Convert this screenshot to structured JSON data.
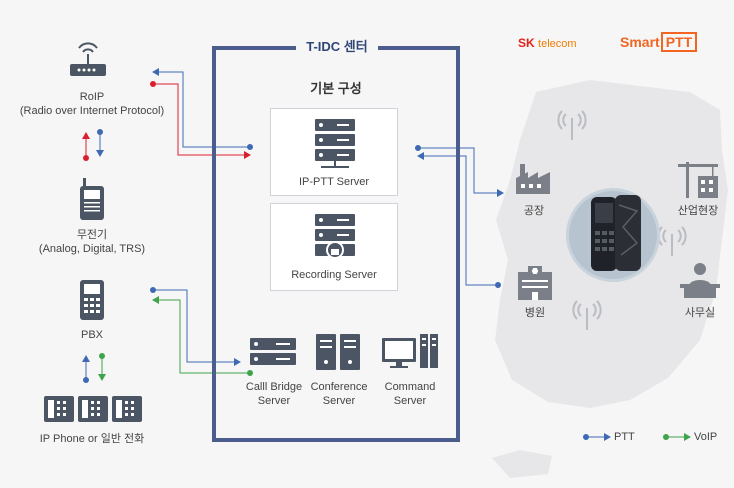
{
  "center": {
    "title": "T-IDC 센터",
    "subtitle": "기본 구성",
    "ptt_server": "IP-PTT Server",
    "recording_server": "Recording Server",
    "callbridge_server": "Calll Bridge\nServer",
    "conference_server": "Conference\nServer",
    "command_server": "Command\nServer"
  },
  "left": {
    "roip_label": "RoIP\n(Radio over Internet Protocol)",
    "radio_label": "무전기\n(Analog, Digital, TRS)",
    "pbx_label": "PBX",
    "phone_label": "IP Phone or 일반 전화"
  },
  "brand": {
    "sk": "SK",
    "sk_sub": "telecom",
    "smart": "Smart",
    "ptt": "PTT"
  },
  "map": {
    "factory": "공장",
    "construction": "산업현장",
    "hospital": "병원",
    "office": "사무실"
  },
  "legend": {
    "ptt": "PTT",
    "voip": "VoIP"
  },
  "colors": {
    "ptt_line": "#3d6ab3",
    "voip_line": "#3ea34a",
    "red_line": "#d9202f",
    "frame": "#4a5d8c",
    "icon": "#4b5563"
  }
}
